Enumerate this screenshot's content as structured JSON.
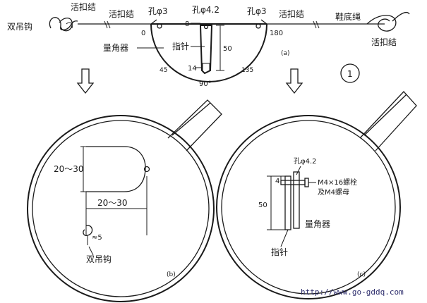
{
  "labels": {
    "double_hook": "双吊钩",
    "slip_knot_left_a": "活扣结",
    "slip_knot_left_b": "活扣结",
    "hole_phi3_left": "孔φ3",
    "hole_phi42_top": "孔φ4.2",
    "hole_phi3_right": "孔φ3",
    "slip_knot_right": "活扣结",
    "shoe_lace": "鞋底绳",
    "slip_knot_far_right": "活扣结",
    "deg_0": "0",
    "deg_180": "180",
    "dim_8": "8",
    "dim_50_top": "50",
    "dim_14": "14",
    "deg_45": "45",
    "deg_90": "90°",
    "deg_135": "135",
    "protractor": "量角器",
    "pointer_top": "指针",
    "panel_a": "(a)",
    "number_one": "1",
    "dim_20_30_v": "20～30",
    "dim_20_30_h": "20～30",
    "dim_approx5": "≈5",
    "double_hook_b": "双吊钩",
    "panel_b": "(b)",
    "hole_phi42_c": "孔φ4.2",
    "dim_4": "4",
    "bolt": "M4×16螺栓",
    "nut": "及M4螺母",
    "dim_50_c": "50",
    "protractor_c": "量角器",
    "pointer_c": "指针",
    "panel_c": "(c)",
    "url": "http://www.go-gddq.com"
  }
}
